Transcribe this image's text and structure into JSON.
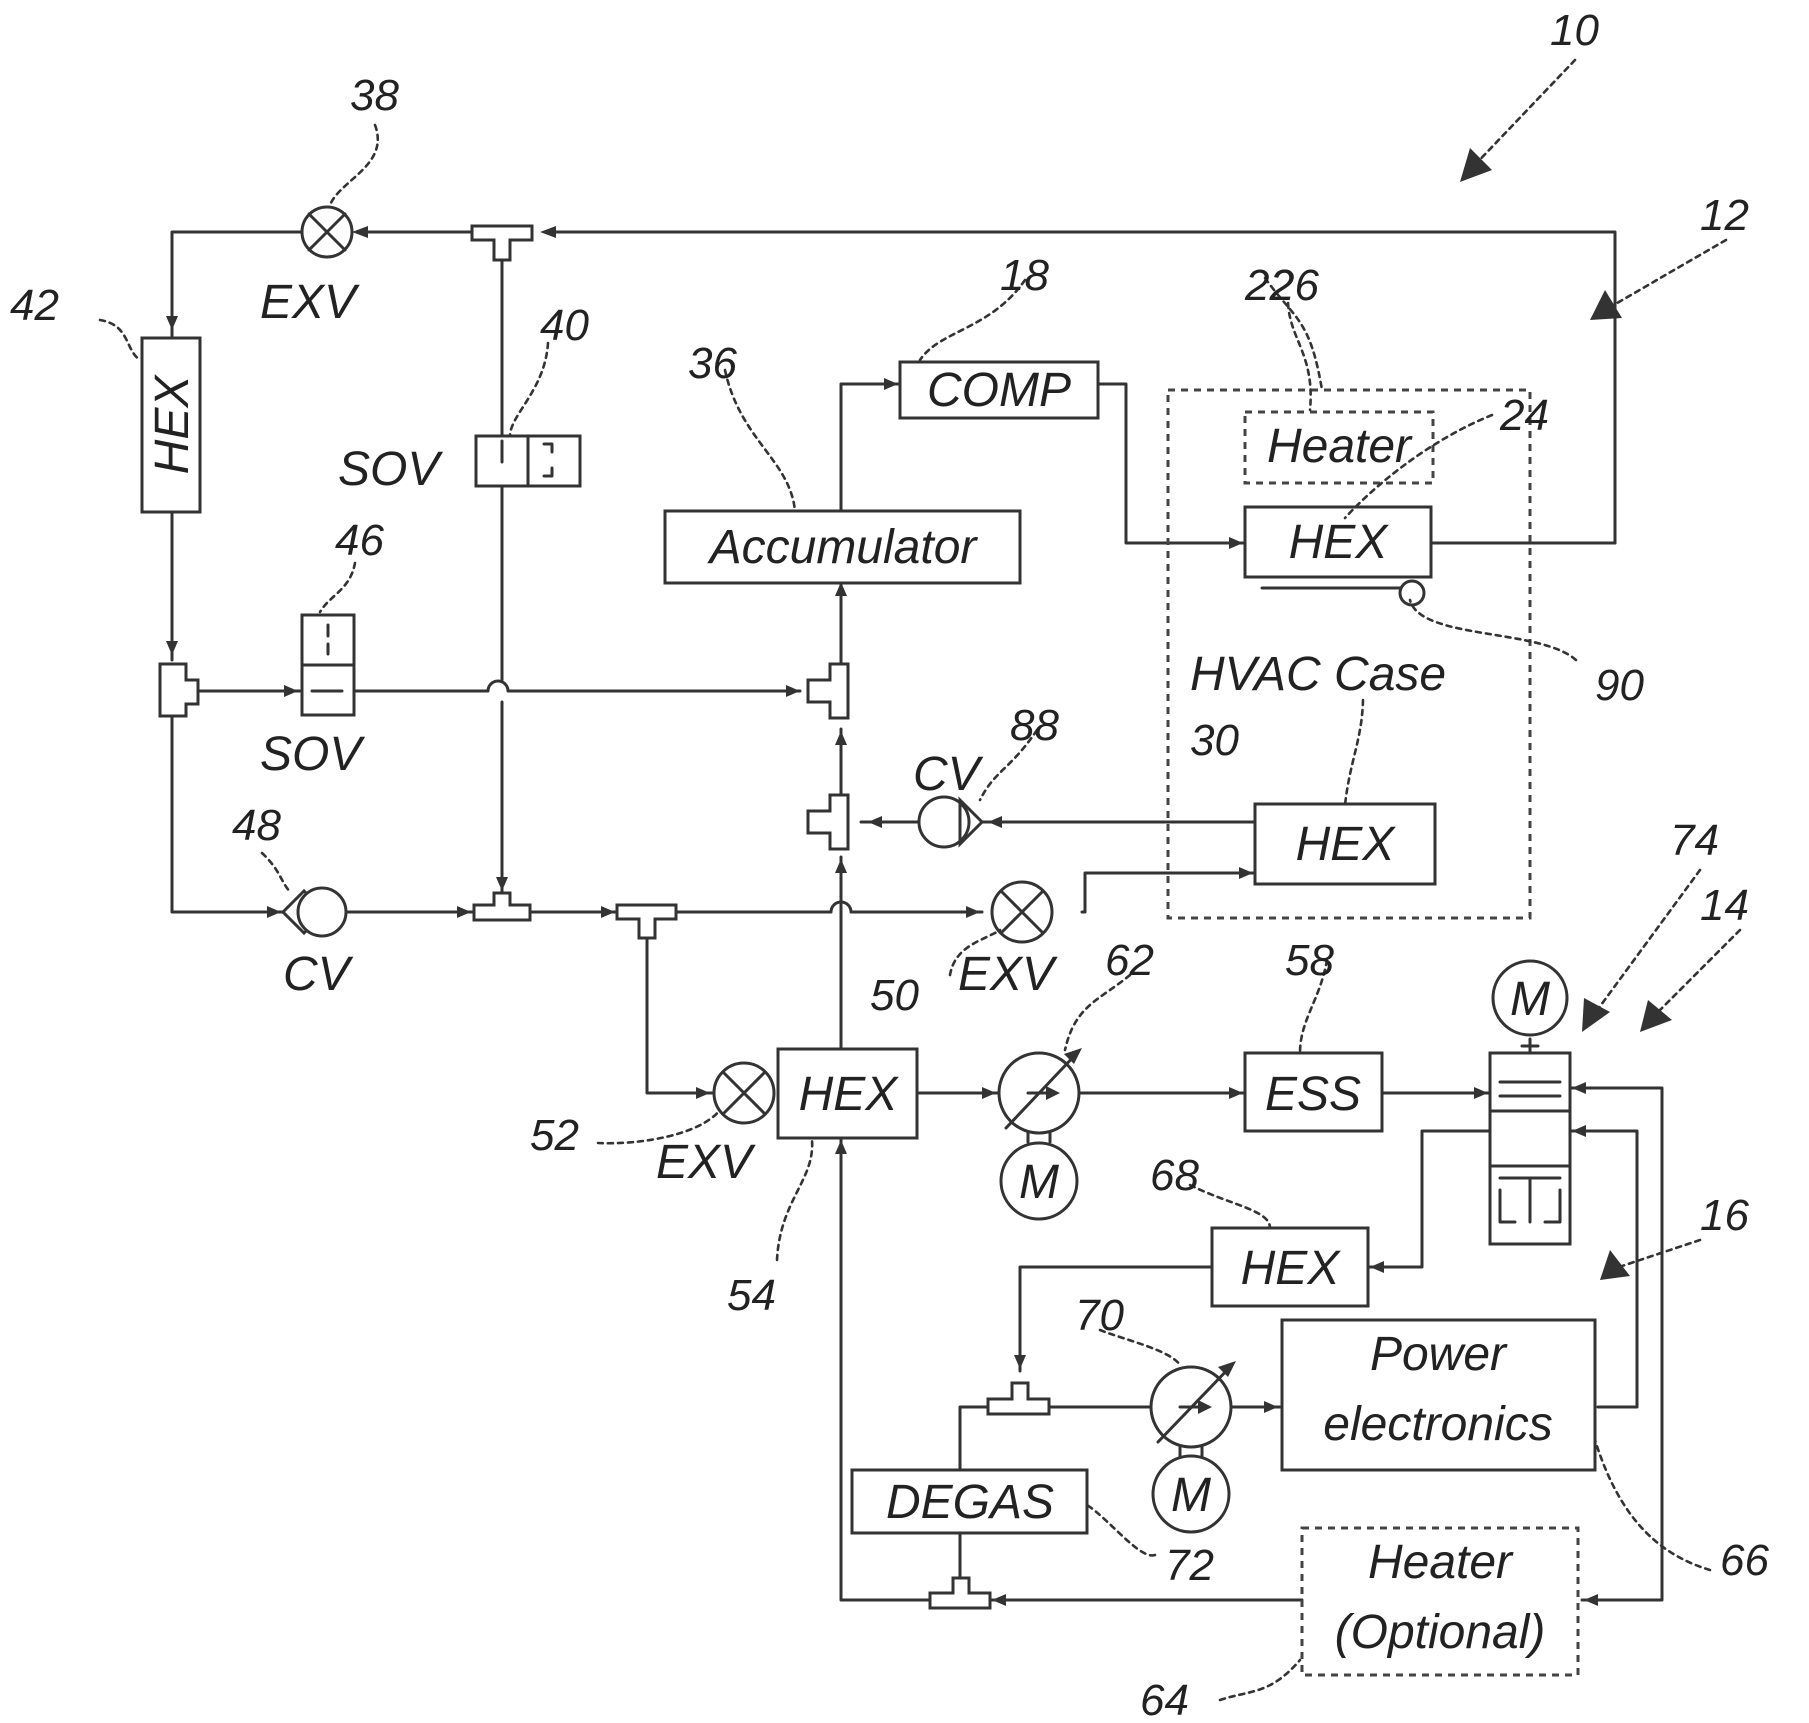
{
  "labels": {
    "exv": "EXV",
    "hex": "HEX",
    "sov": "SOV",
    "cv": "CV",
    "comp": "COMP",
    "accumulator": "Accumulator",
    "heater": "Heater",
    "hvac_case": "HVAC Case",
    "ess": "ESS",
    "degas": "DEGAS",
    "power_line1": "Power",
    "power_line2": "electronics",
    "heater_opt_line1": "Heater",
    "heater_opt_line2": "(Optional)",
    "motor": "M"
  },
  "refs": {
    "r10": "10",
    "r12": "12",
    "r14": "14",
    "r16": "16",
    "r18": "18",
    "r22": "22",
    "r24": "24",
    "r26": "26",
    "r30": "30",
    "r36": "36",
    "r38": "38",
    "r40": "40",
    "r42": "42",
    "r46": "46",
    "r48": "48",
    "r50": "50",
    "r52": "52",
    "r54": "54",
    "r58": "58",
    "r62": "62",
    "r64": "64",
    "r66": "66",
    "r68": "68",
    "r70": "70",
    "r72": "72",
    "r74": "74",
    "r88": "88",
    "r90": "90"
  }
}
